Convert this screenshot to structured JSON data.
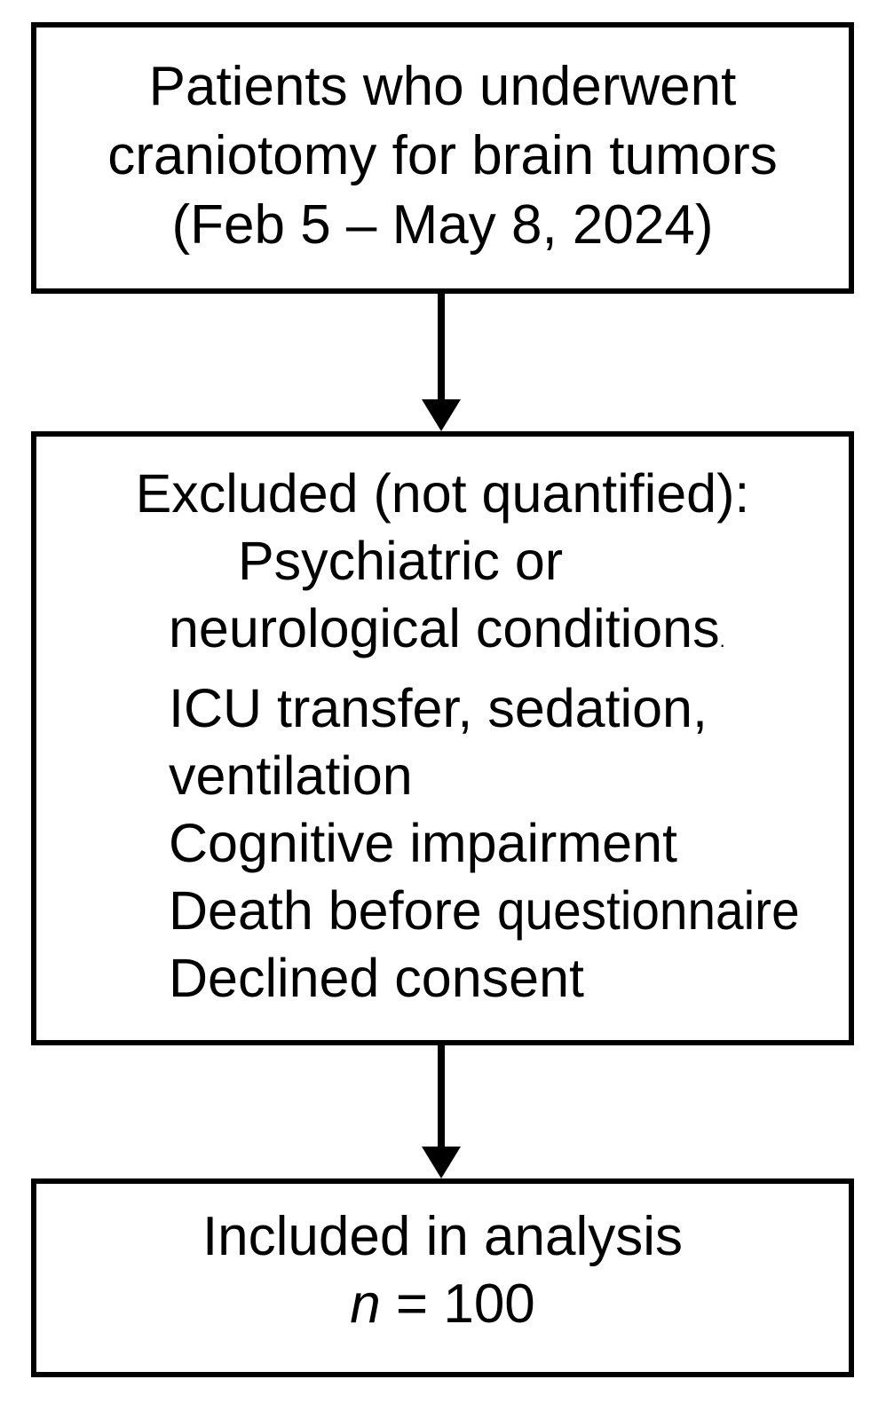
{
  "figure": {
    "kind": "patient-flow-diagram"
  },
  "colors": {
    "text": "#000000",
    "border": "#000000",
    "background": "#ffffff"
  },
  "box1": {
    "line1": "Patients who underwent",
    "line2": "craniotomy for brain tumors",
    "line3": "(Feb 5 – May 8, 2024)"
  },
  "box2": {
    "header": "Excluded (not quantified):",
    "item1": "Psychiatric or",
    "item2": "neurological conditions",
    "item2_mark": ".",
    "item3": "ICU transfer, sedation,",
    "item4": "ventilation",
    "item5": "Cognitive impairment",
    "item6_lead": "Death before ",
    "item6_condensed": "questionnaire",
    "item7": "Declined consent"
  },
  "box3": {
    "line1": "Included in analysis",
    "n_var": "n",
    "n_rest": "= 100"
  }
}
